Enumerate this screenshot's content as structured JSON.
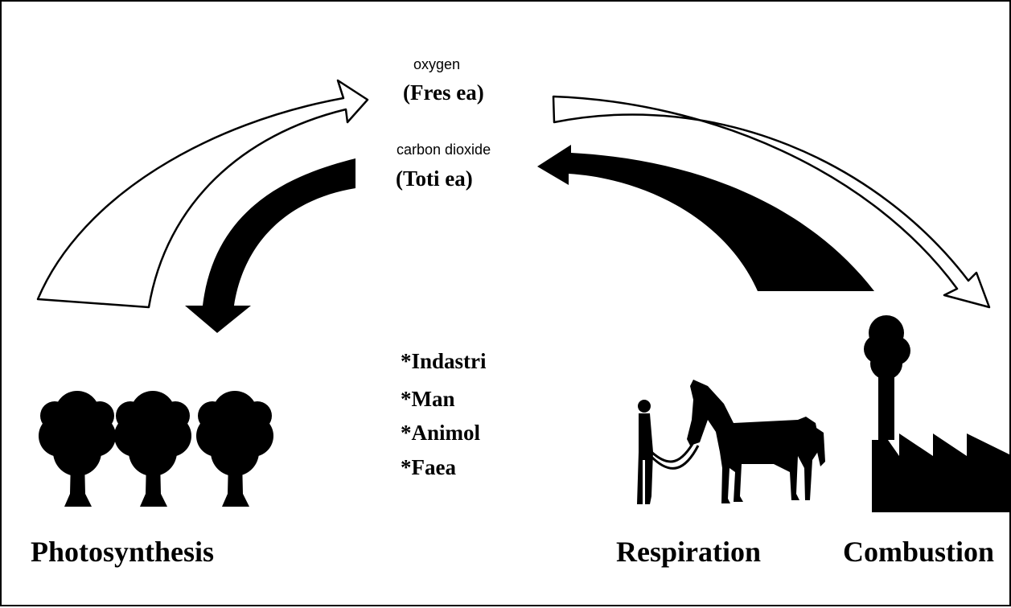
{
  "gases": {
    "oxygen_label": "oxygen",
    "oxygen_local": "(Fres ea)",
    "co2_label": "carbon dioxide",
    "co2_local": "(Toti ea)"
  },
  "sources": [
    "*Indastri",
    "*Man",
    "*Animol",
    "*Faea"
  ],
  "processes": {
    "photosynthesis": "Photosynthesis",
    "respiration": "Respiration",
    "combustion": "Combustion"
  },
  "colors": {
    "ink": "#000000",
    "paper": "#ffffff"
  },
  "icons": [
    "tree-icon",
    "person-icon",
    "horse-icon",
    "factory-icon"
  ]
}
